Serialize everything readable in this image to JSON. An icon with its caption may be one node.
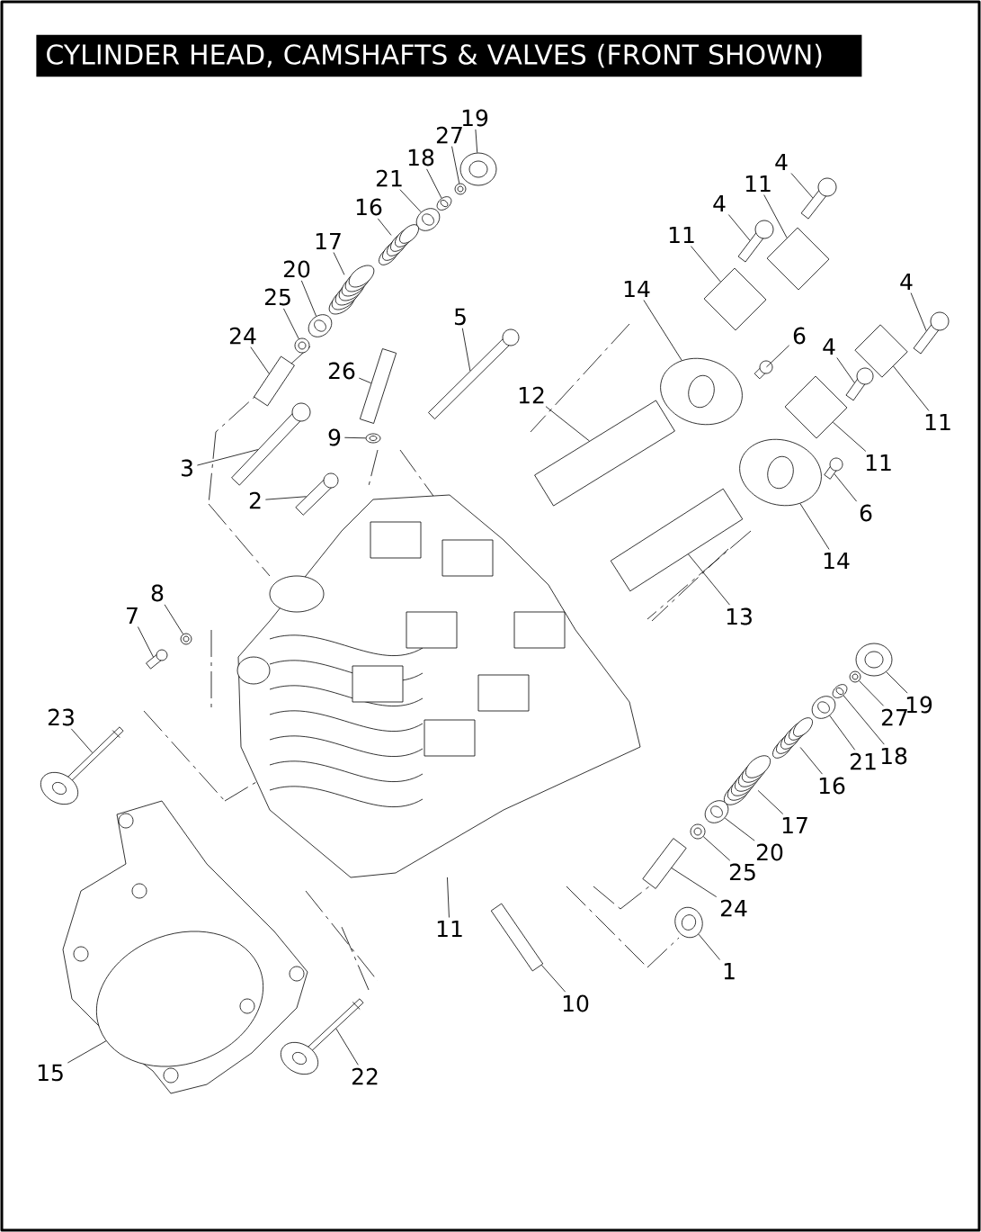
{
  "diagram": {
    "title": "CYLINDER HEAD, CAMSHAFTS & VALVES (FRONT SHOWN)",
    "nodes": [
      {
        "text": [
          "19"
        ]
      },
      {
        "text": [
          "27"
        ]
      },
      {
        "text": [
          "18"
        ]
      },
      {
        "text": [
          "4"
        ]
      },
      {
        "text": [
          "21"
        ]
      },
      {
        "text": [
          "11"
        ]
      },
      {
        "text": [
          "4"
        ]
      },
      {
        "text": [
          "16"
        ]
      },
      {
        "text": [
          "11"
        ]
      },
      {
        "text": [
          "17"
        ]
      },
      {
        "text": [
          "20"
        ]
      },
      {
        "text": [
          "4"
        ]
      },
      {
        "text": [
          "14"
        ]
      },
      {
        "text": [
          "25"
        ]
      },
      {
        "text": [
          "5"
        ]
      },
      {
        "text": [
          "24"
        ]
      },
      {
        "text": [
          "6"
        ]
      },
      {
        "text": [
          "4"
        ]
      },
      {
        "text": [
          "26"
        ]
      },
      {
        "text": [
          "12"
        ]
      },
      {
        "text": [
          "11"
        ]
      },
      {
        "text": [
          "9"
        ]
      },
      {
        "text": [
          "11"
        ]
      },
      {
        "text": [
          "3"
        ]
      },
      {
        "text": [
          "2"
        ]
      },
      {
        "text": [
          "6"
        ]
      },
      {
        "text": [
          "14"
        ]
      },
      {
        "text": [
          "8"
        ]
      },
      {
        "text": [
          "7"
        ]
      },
      {
        "text": [
          "13"
        ]
      },
      {
        "text": [
          "19"
        ]
      },
      {
        "text": [
          "27"
        ]
      },
      {
        "text": [
          "23"
        ]
      },
      {
        "text": [
          "18"
        ]
      },
      {
        "text": [
          "21"
        ]
      },
      {
        "text": [
          "16"
        ]
      },
      {
        "text": [
          "17"
        ]
      },
      {
        "text": [
          "20"
        ]
      },
      {
        "text": [
          "25"
        ]
      },
      {
        "text": [
          "24"
        ]
      },
      {
        "text": [
          "11"
        ]
      },
      {
        "text": [
          "1"
        ]
      },
      {
        "text": [
          "10"
        ]
      },
      {
        "text": [
          "15"
        ]
      },
      {
        "text": [
          "22"
        ]
      },
      {
        "text": [],
        "shape": "picture"
      },
      {
        "text": [],
        "shape": "picture"
      },
      {
        "text": [],
        "shape": "picture"
      },
      {
        "text": [],
        "shape": "picture"
      },
      {
        "text": [],
        "shape": "picture"
      },
      {
        "text": [],
        "shape": "picture"
      },
      {
        "text": [],
        "shape": "picture"
      },
      {
        "text": [],
        "shape": "picture"
      },
      {
        "text": [],
        "shape": "picture"
      },
      {
        "text": [],
        "shape": "picture"
      },
      {
        "text": [],
        "shape": "picture"
      },
      {
        "text": [],
        "shape": "picture"
      },
      {
        "text": [],
        "shape": "picture"
      },
      {
        "text": [],
        "shape": "picture"
      },
      {
        "text": [],
        "shape": "picture"
      },
      {
        "text": [],
        "shape": "picture"
      },
      {
        "text": [],
        "shape": "picture"
      },
      {
        "text": [],
        "shape": "picture"
      },
      {
        "text": [],
        "shape": "picture"
      },
      {
        "text": [],
        "shape": "picture"
      },
      {
        "text": [],
        "shape": "picture"
      },
      {
        "text": [],
        "shape": "picture"
      },
      {
        "text": [],
        "shape": "picture"
      },
      {
        "text": [],
        "shape": "picture"
      },
      {
        "text": [],
        "shape": "picture"
      },
      {
        "text": [],
        "shape": "picture"
      },
      {
        "text": [],
        "shape": "picture"
      },
      {
        "text": [],
        "shape": "picture"
      },
      {
        "text": [],
        "shape": "picture"
      },
      {
        "text": [],
        "shape": "picture"
      },
      {
        "text": [],
        "shape": "picture"
      },
      {
        "text": [],
        "shape": "picture"
      },
      {
        "text": [],
        "shape": "picture"
      },
      {
        "text": [],
        "shape": "picture"
      },
      {
        "text": [],
        "shape": "picture"
      },
      {
        "text": [],
        "shape": "picture"
      },
      {
        "text": [],
        "shape": "picture"
      },
      {
        "text": [],
        "shape": "picture"
      },
      {
        "text": [],
        "shape": "picture"
      },
      {
        "text": [],
        "shape": "picture"
      },
      {
        "text": [],
        "shape": "picture"
      },
      {
        "text": [],
        "shape": "picture"
      },
      {
        "text": [],
        "shape": "picture"
      },
      {
        "text": [],
        "shape": "picture"
      },
      {
        "text": [],
        "shape": "picture"
      }
    ],
    "edges": [
      {
        "from": 0,
        "to": 45,
        "arrow": "none"
      },
      {
        "from": 1,
        "to": 46,
        "arrow": "none"
      },
      {
        "from": 2,
        "to": 47,
        "arrow": "none"
      },
      {
        "from": 3,
        "to": 48,
        "arrow": "none"
      },
      {
        "from": 4,
        "to": 49,
        "arrow": "none"
      },
      {
        "from": 5,
        "to": 50,
        "arrow": "none"
      },
      {
        "from": 6,
        "to": 51,
        "arrow": "none"
      },
      {
        "from": 7,
        "to": 52,
        "arrow": "none"
      },
      {
        "from": 8,
        "to": 53,
        "arrow": "none"
      },
      {
        "from": 9,
        "to": 54,
        "arrow": "none"
      },
      {
        "from": 10,
        "to": 55,
        "arrow": "none"
      },
      {
        "from": 11,
        "to": 56,
        "arrow": "none"
      },
      {
        "from": 12,
        "to": 57,
        "arrow": "none"
      },
      {
        "from": 13,
        "to": 58,
        "arrow": "none"
      },
      {
        "from": 14,
        "to": 59,
        "arrow": "none"
      },
      {
        "from": 15,
        "to": 60,
        "arrow": "none"
      },
      {
        "from": 16,
        "to": 61,
        "arrow": "none"
      },
      {
        "from": 17,
        "to": 62,
        "arrow": "none"
      },
      {
        "from": 18,
        "to": 63,
        "arrow": "none"
      },
      {
        "from": 19,
        "to": 64,
        "arrow": "none"
      },
      {
        "from": 20,
        "to": 65,
        "arrow": "none"
      },
      {
        "from": 21,
        "to": 66,
        "arrow": "none"
      },
      {
        "from": 22,
        "to": 67,
        "arrow": "none"
      },
      {
        "from": 23,
        "to": 68,
        "arrow": "none"
      },
      {
        "from": 24,
        "to": 69,
        "arrow": "none"
      },
      {
        "from": 25,
        "to": 70,
        "arrow": "none"
      },
      {
        "from": 26,
        "to": 71,
        "arrow": "none"
      },
      {
        "from": 27,
        "to": 72,
        "arrow": "none"
      },
      {
        "from": 28,
        "to": 73,
        "arrow": "none"
      },
      {
        "from": 29,
        "to": 74,
        "arrow": "none"
      },
      {
        "from": 30,
        "to": 75,
        "arrow": "none"
      },
      {
        "from": 31,
        "to": 76,
        "arrow": "none"
      },
      {
        "from": 32,
        "to": 77,
        "arrow": "none"
      },
      {
        "from": 33,
        "to": 78,
        "arrow": "none"
      },
      {
        "from": 34,
        "to": 79,
        "arrow": "none"
      },
      {
        "from": 35,
        "to": 80,
        "arrow": "none"
      },
      {
        "from": 36,
        "to": 81,
        "arrow": "none"
      },
      {
        "from": 37,
        "to": 82,
        "arrow": "none"
      },
      {
        "from": 38,
        "to": 83,
        "arrow": "none"
      },
      {
        "from": 39,
        "to": 84,
        "arrow": "none"
      },
      {
        "from": 40,
        "to": 85,
        "arrow": "none"
      },
      {
        "from": 41,
        "to": 86,
        "arrow": "none"
      },
      {
        "from": 42,
        "to": 87,
        "arrow": "none"
      },
      {
        "from": 43,
        "to": 88,
        "arrow": "none"
      },
      {
        "from": 44,
        "to": 89,
        "arrow": "none"
      }
    ]
  }
}
